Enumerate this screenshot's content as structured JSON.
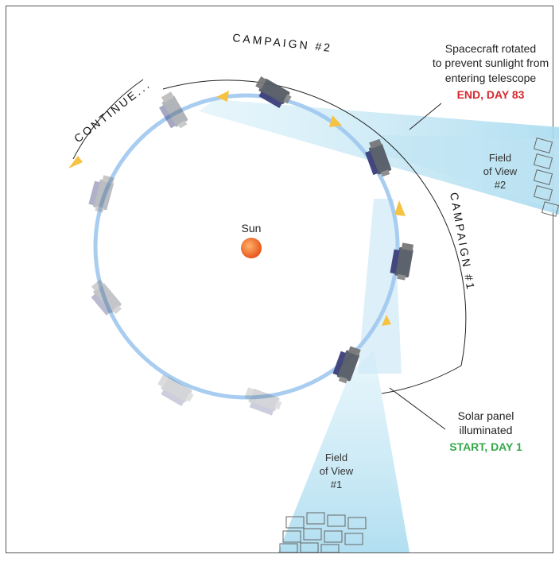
{
  "labels": {
    "campaign2": "CAMPAIGN #2",
    "campaign1": "CAMPAIGN #1",
    "continue": "CONTINUE...",
    "sun": "Sun",
    "end_note": [
      "Spacecraft rotated",
      "to prevent sunlight from",
      "entering telescope"
    ],
    "end_label": "END, DAY 83",
    "start_note": [
      "Solar panel",
      "illuminated"
    ],
    "start_label": "START, DAY 1",
    "fov2": [
      "Field",
      "of View",
      "#2"
    ],
    "fov1": [
      "Field",
      "of View",
      "#1"
    ]
  },
  "colors": {
    "orbit": "#9fc8ee",
    "arrow": "#f5c242",
    "beam": "#bfe4f3",
    "sun": "#f06a2a",
    "end": "#d7282f",
    "start": "#36a84a"
  },
  "icons": [
    "spacecraft-icon",
    "sun-icon",
    "star-field-icon",
    "direction-arrow-icon"
  ]
}
